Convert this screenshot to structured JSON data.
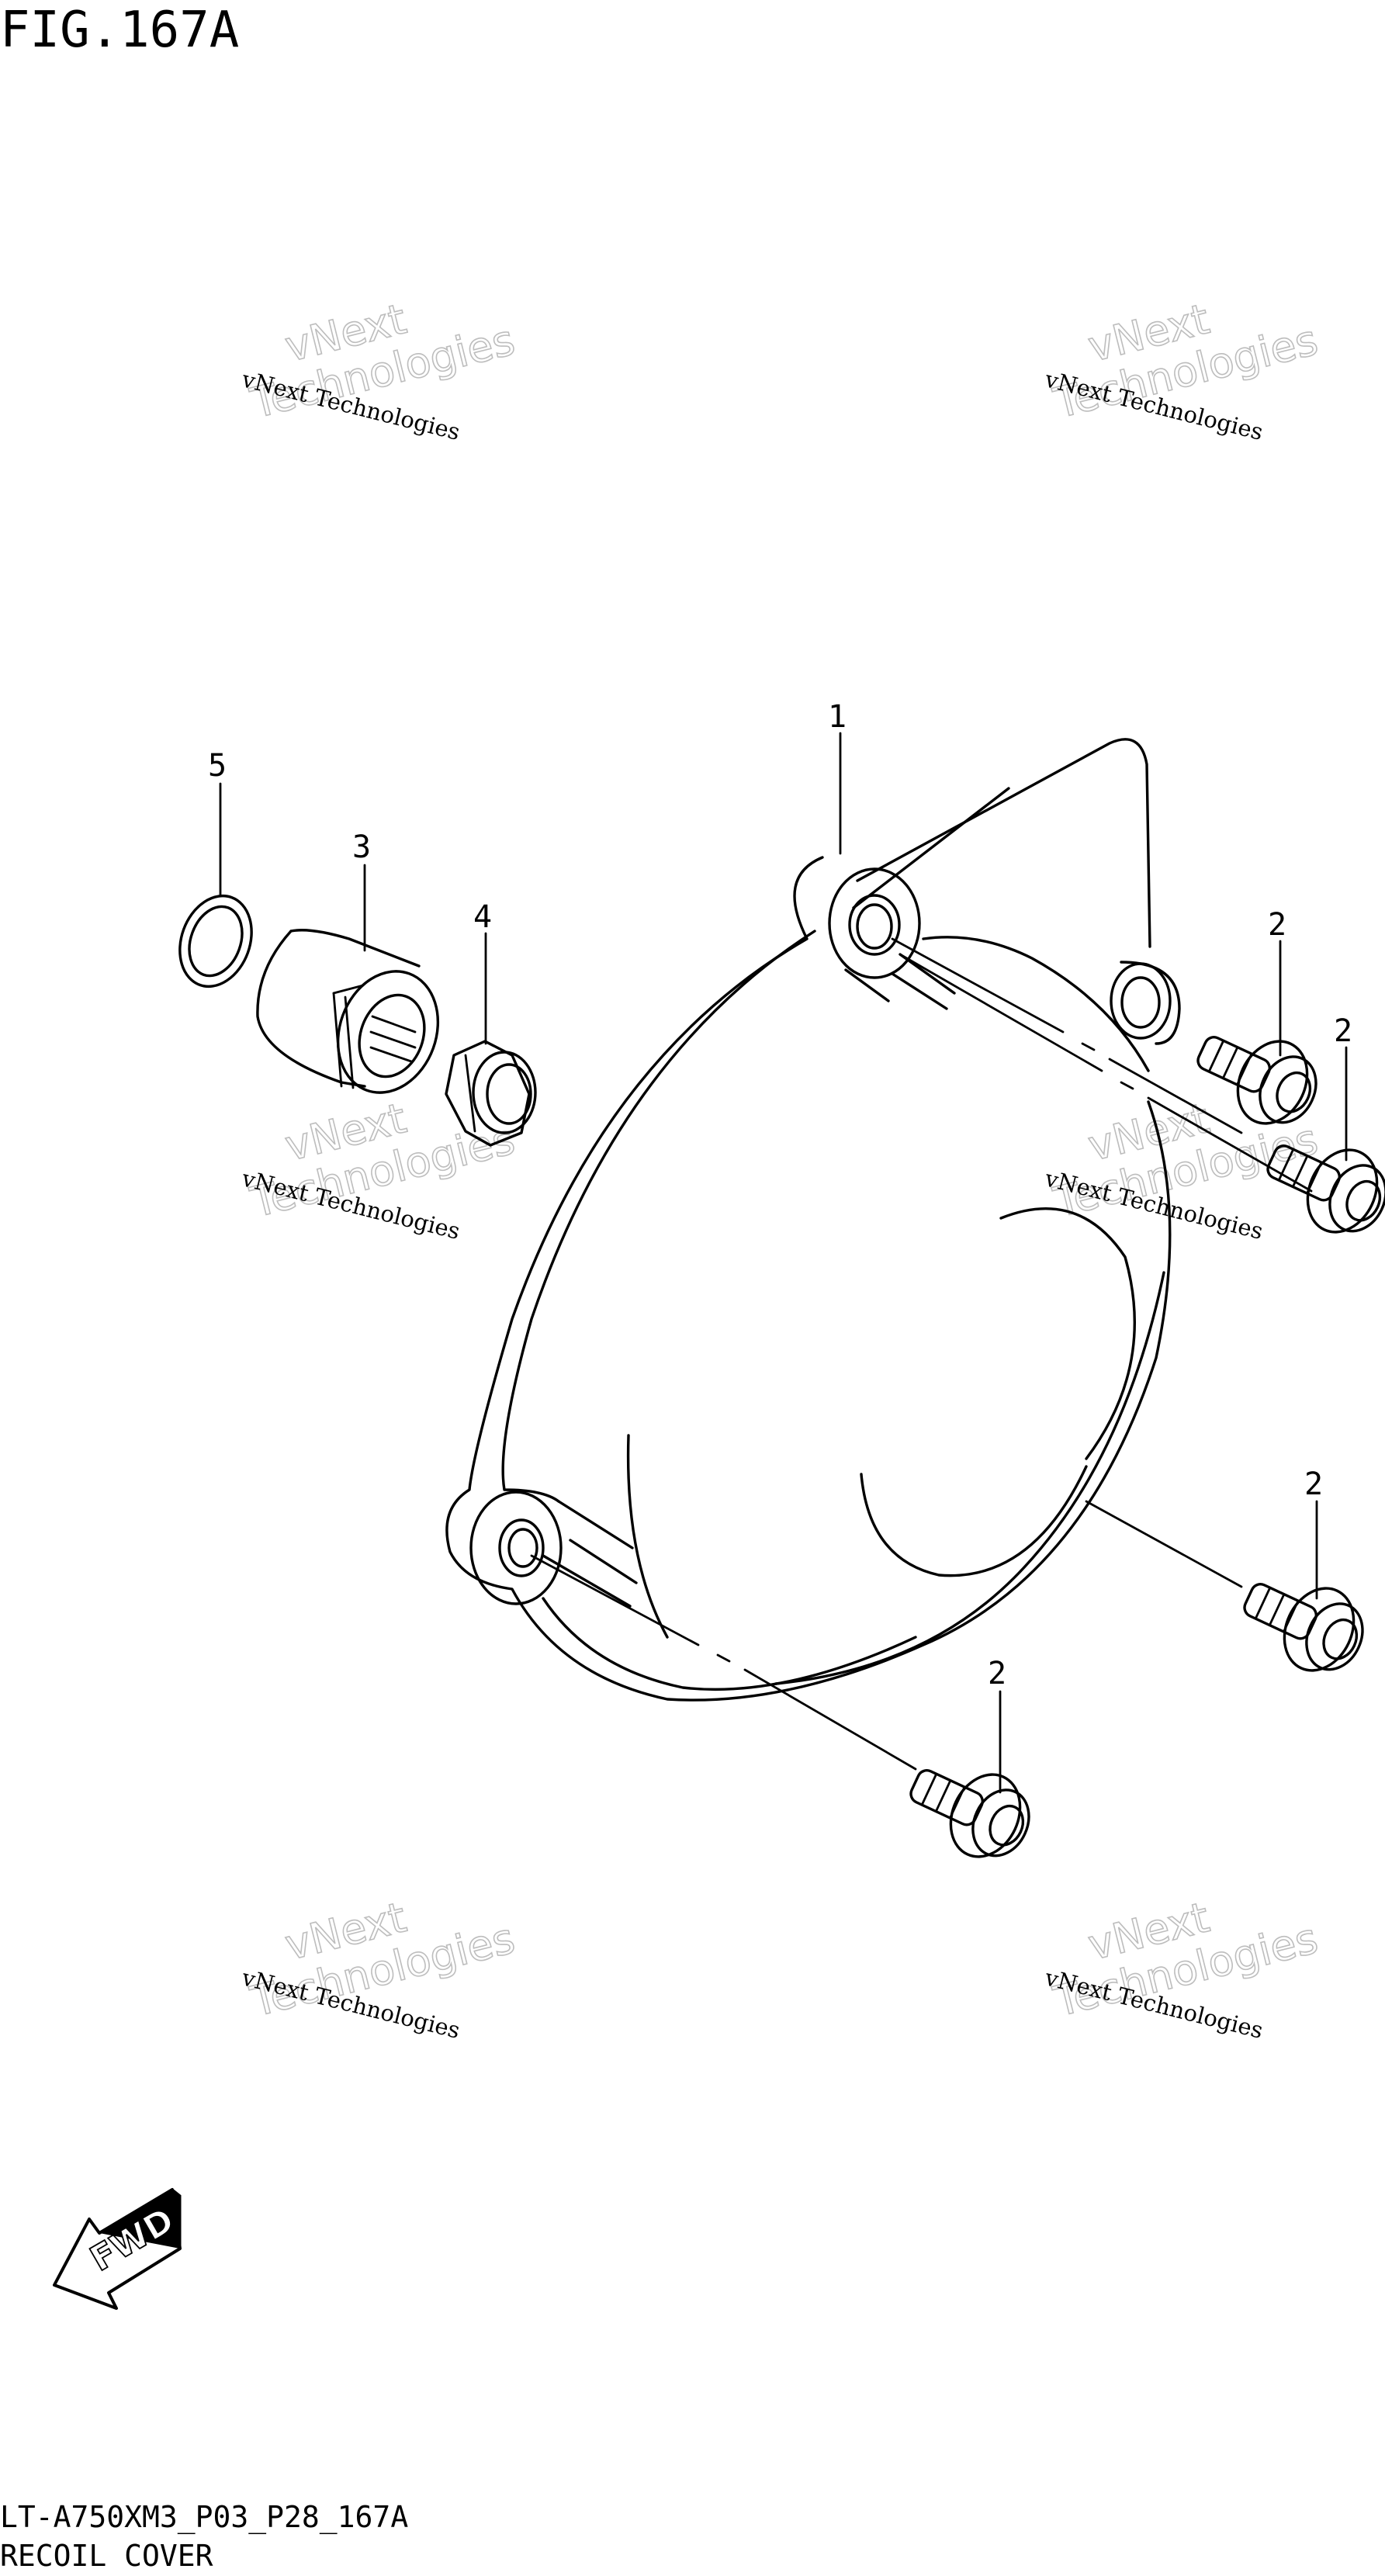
{
  "figure": {
    "title": "FIG.167A"
  },
  "callouts": [
    "1",
    "2",
    "2",
    "2",
    "2",
    "3",
    "4",
    "5"
  ],
  "watermark": {
    "small_text": "vNext Technologies",
    "big_line1": "vNext",
    "big_line2": "Technologies"
  },
  "fwd_label": "FWD",
  "footer": {
    "code": "LT-A750XM3_P03_P28_167A",
    "name": "RECOIL COVER"
  }
}
